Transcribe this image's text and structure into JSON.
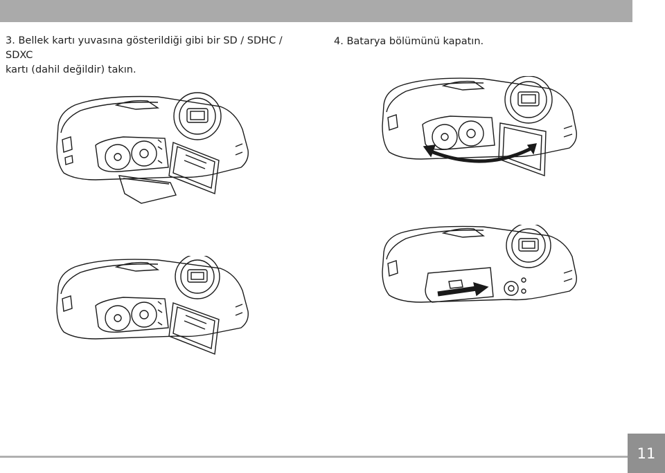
{
  "step3": {
    "number": "3.",
    "text_line1": "Bellek kartı yuvasına gösterildiği gibi bir SD / SDHC / SDXC",
    "text_line2": "kartı (dahil değildir) takın."
  },
  "step4": {
    "number": "4.",
    "text": "Batarya bölümünü kapatın."
  },
  "page_number": "11",
  "colors": {
    "top_bar": "#aaaaaa",
    "page_box": "#909090",
    "line_art": "#1a1a1a",
    "text": "#1f1f1f"
  },
  "icons": [
    "camera-card-insert-illustration",
    "camera-open-battery-door-illustration",
    "camera-close-door-arrow-illustration",
    "camera-slide-lock-arrow-illustration"
  ]
}
